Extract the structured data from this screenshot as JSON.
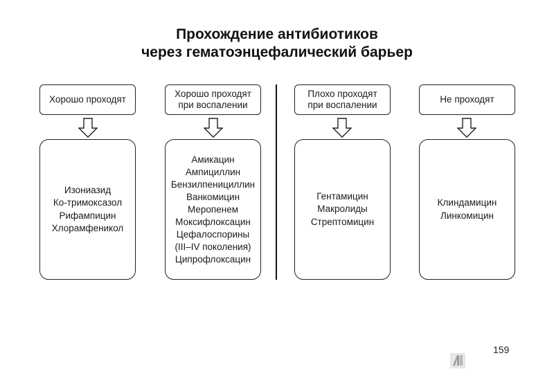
{
  "title": {
    "line1": "Прохождение антибиотиков",
    "line2": "через гематоэнцефалический барьер"
  },
  "columns": [
    {
      "header": [
        "Хорошо проходят"
      ],
      "drugs": [
        "Изониазид",
        "Ко-тримоксазол",
        "Рифампицин",
        "Хлорамфеникол"
      ]
    },
    {
      "header": [
        "Хорошо проходят",
        "при воспалении"
      ],
      "drugs": [
        "Амикацин",
        "Ампициллин",
        "Бензилпенициллин",
        "Ванкомицин",
        "Меропенем",
        "Моксифлоксацин",
        "Цефалоспорины",
        "(III–IV поколения)",
        "Ципрофлоксацин"
      ]
    },
    {
      "header": [
        "Плохо проходят",
        "при воспалении"
      ],
      "drugs": [
        "Гентамицин",
        "Макролиды",
        "Стрептомицин"
      ]
    },
    {
      "header": [
        "Не проходят"
      ],
      "drugs": [
        "Клиндамицин",
        "Линкомицин"
      ]
    }
  ],
  "page_number": "159",
  "logo_letter": "Л"
}
